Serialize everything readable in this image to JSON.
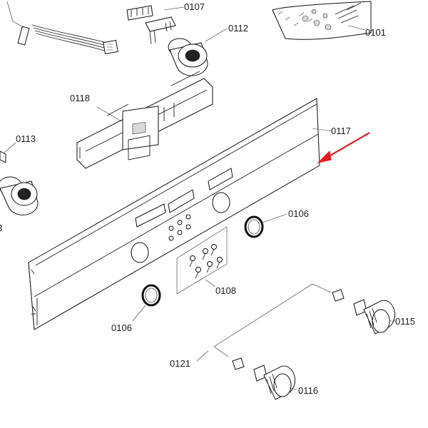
{
  "diagram": {
    "labels": {
      "p0101": "0101",
      "p0107": "0107",
      "p0112": "0112",
      "p0118": "0118",
      "p0113": "0113",
      "p0117": "0117",
      "p0106a": "0106",
      "p0106b": "0106",
      "p0108": "0108",
      "p0115": "0115",
      "p0116": "0116",
      "p0121": "0121"
    },
    "colors": {
      "line": "#222222",
      "arrow": "#e31e24",
      "background": "#ffffff"
    }
  }
}
